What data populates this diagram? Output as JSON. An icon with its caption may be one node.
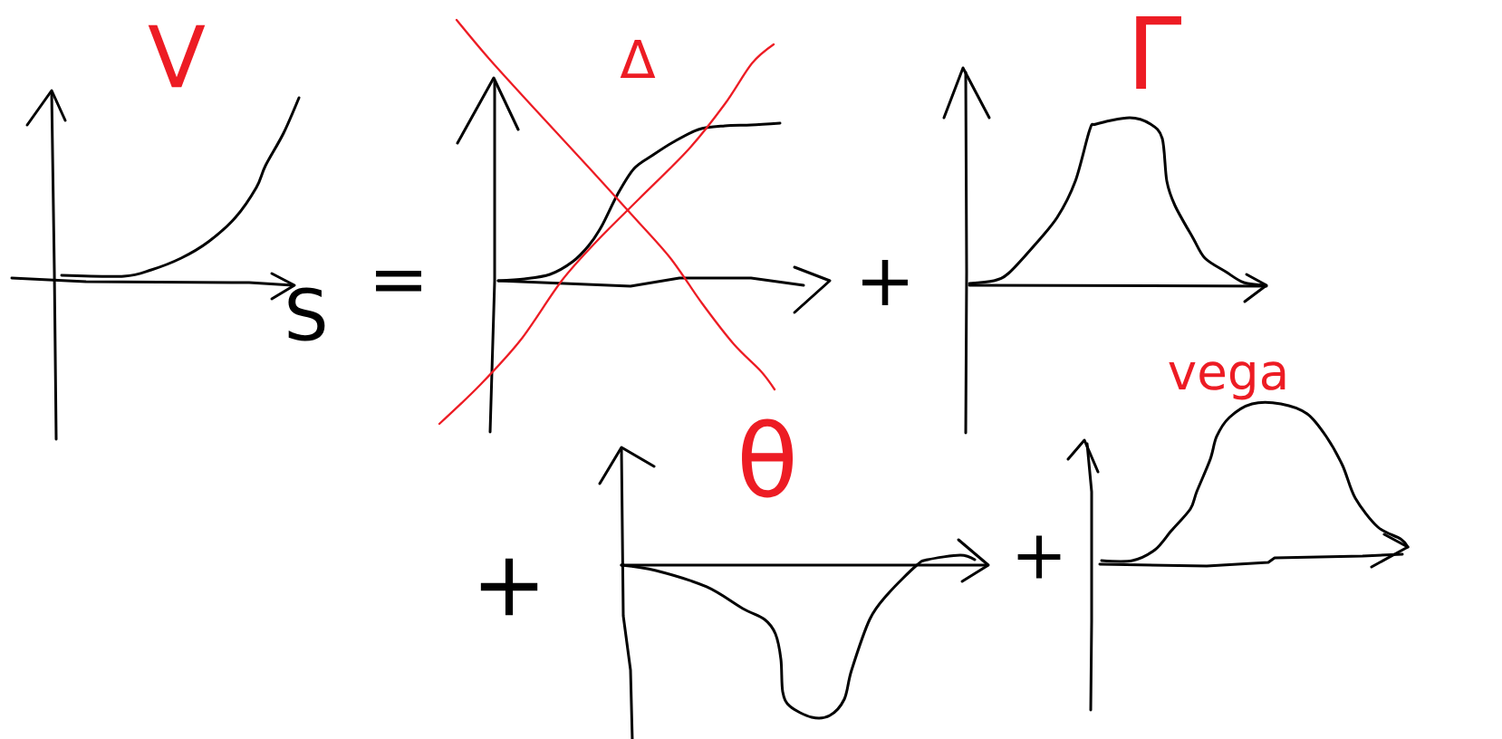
{
  "diagram": {
    "labels": [
      "V",
      "S",
      "=",
      "Δ",
      "+",
      "Γ",
      "+",
      "θ",
      "+",
      "vega"
    ]
  }
}
